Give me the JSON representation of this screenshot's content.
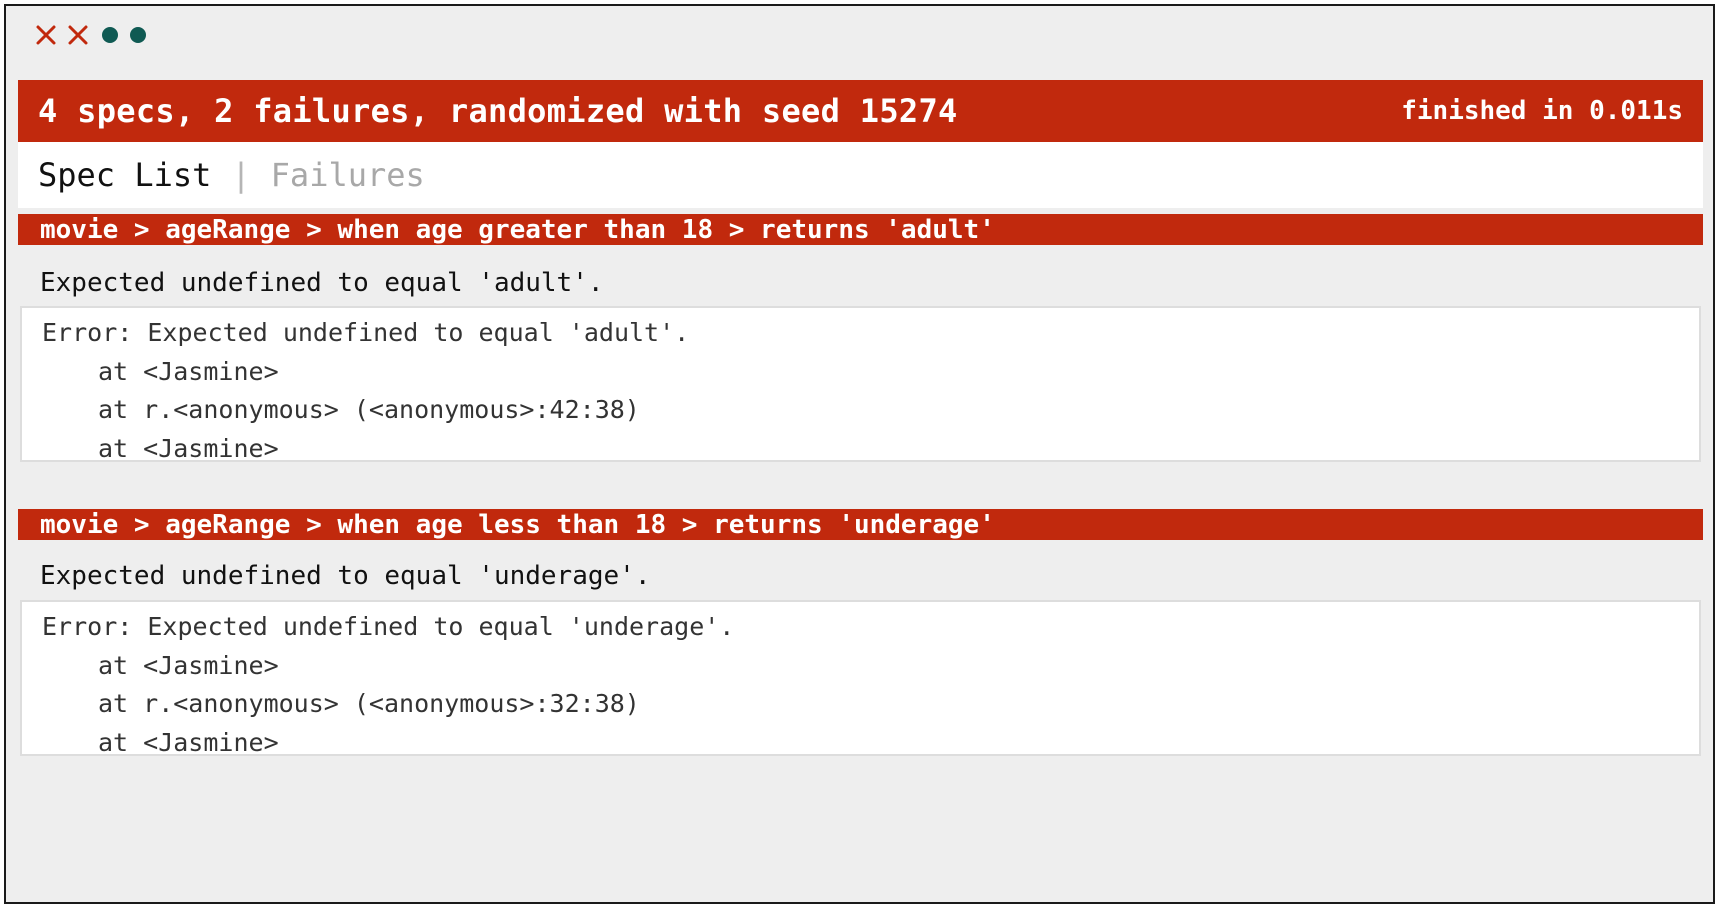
{
  "status_dots": [
    {
      "state": "failed",
      "icon": "cross-icon",
      "color": "#c1290d"
    },
    {
      "state": "failed",
      "icon": "cross-icon",
      "color": "#c1290d"
    },
    {
      "state": "passed",
      "icon": "dot-icon",
      "color": "#0f5a53"
    },
    {
      "state": "passed",
      "icon": "dot-icon",
      "color": "#0f5a53"
    }
  ],
  "summary_bar": {
    "text": "4 specs, 2 failures, randomized with seed 15274",
    "duration": "finished in 0.011s",
    "color": "#c1290d"
  },
  "menu": {
    "spec_list": "Spec List",
    "separator": "|",
    "failures": "Failures"
  },
  "failures": [
    {
      "description": "movie > ageRange > when age greater than 18 > returns 'adult'",
      "message": "Expected undefined to equal 'adult'.",
      "stack": [
        "Error: Expected undefined to equal 'adult'.",
        "at <Jasmine>",
        "at r.<anonymous> (<anonymous>:42:38)",
        "at <Jasmine>"
      ]
    },
    {
      "description": "movie > ageRange > when age less than 18 > returns 'underage'",
      "message": "Expected undefined to equal 'underage'.",
      "stack": [
        "Error: Expected undefined to equal 'underage'.",
        "at <Jasmine>",
        "at r.<anonymous> (<anonymous>:32:38)",
        "at <Jasmine>"
      ]
    }
  ]
}
